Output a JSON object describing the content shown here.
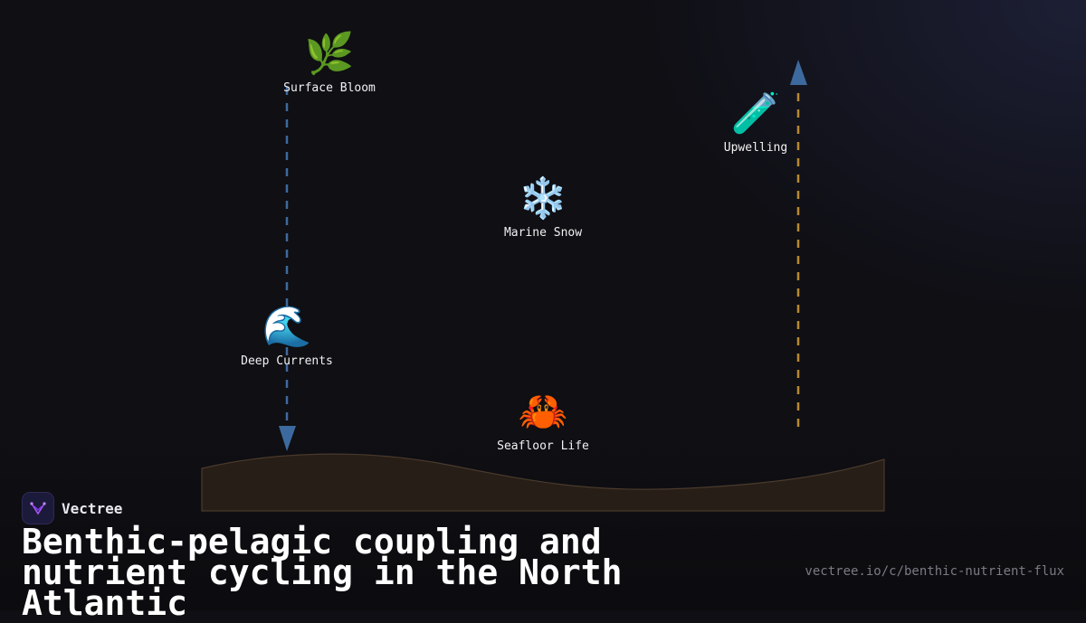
{
  "diagram": {
    "nodes": [
      {
        "id": "surface-bloom",
        "icon": "herb-icon",
        "emoji": "🌿",
        "label": "Surface Bloom"
      },
      {
        "id": "upwelling",
        "icon": "test-tube-icon",
        "emoji": "🧪",
        "label": "Upwelling"
      },
      {
        "id": "marine-snow",
        "icon": "snowflake-icon",
        "emoji": "❄️",
        "label": "Marine Snow"
      },
      {
        "id": "deep-currents",
        "icon": "wave-icon",
        "emoji": "🌊",
        "label": "Deep Currents"
      },
      {
        "id": "seafloor-life",
        "icon": "crab-icon",
        "emoji": "🦀",
        "label": "Seafloor Life"
      }
    ],
    "arrows": [
      {
        "id": "sinking-flux",
        "direction": "down",
        "color": "#3d6a9e"
      },
      {
        "id": "upwelling-flux",
        "direction": "up",
        "color": "#b8892e"
      }
    ],
    "seafloor_color": "#2a2119"
  },
  "brand": {
    "name": "Vectree",
    "icon": "vectree-logo-icon"
  },
  "title": "Benthic-pelagic coupling and nutrient cycling in the North Atlantic",
  "url": "vectree.io/c/benthic-nutrient-flux"
}
